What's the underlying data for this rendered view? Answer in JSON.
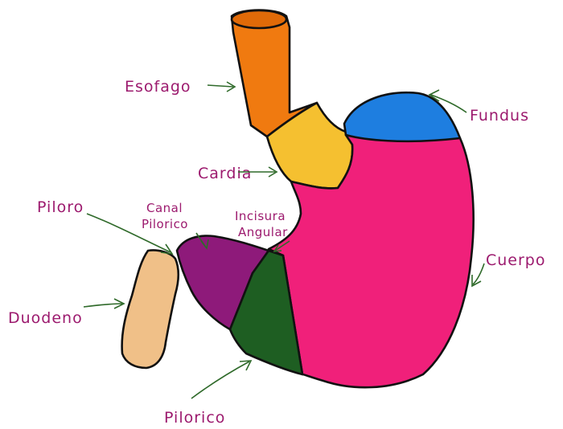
{
  "labels": {
    "esofago": "Esofago",
    "fundus": "Fundus",
    "cardia": "Cardia",
    "piloro": "Piloro",
    "canal_line1": "Canal",
    "canal_line2": "Pilorico",
    "incisura_line1": "Incisura",
    "incisura_line2": "Angular",
    "cuerpo": "Cuerpo",
    "duodeno": "Duodeno",
    "pilorico": "Pilorico"
  },
  "colors": {
    "esofago": "#f07a10",
    "cardia": "#f5c030",
    "fundus": "#1e7ee0",
    "cuerpo": "#f0207a",
    "canal_pilorico": "#8e1a7a",
    "antro_pilorico": "#1e5e22",
    "duodeno": "#f0c088",
    "label_text": "#9c1a6e",
    "arrow": "#2f6a2a"
  }
}
